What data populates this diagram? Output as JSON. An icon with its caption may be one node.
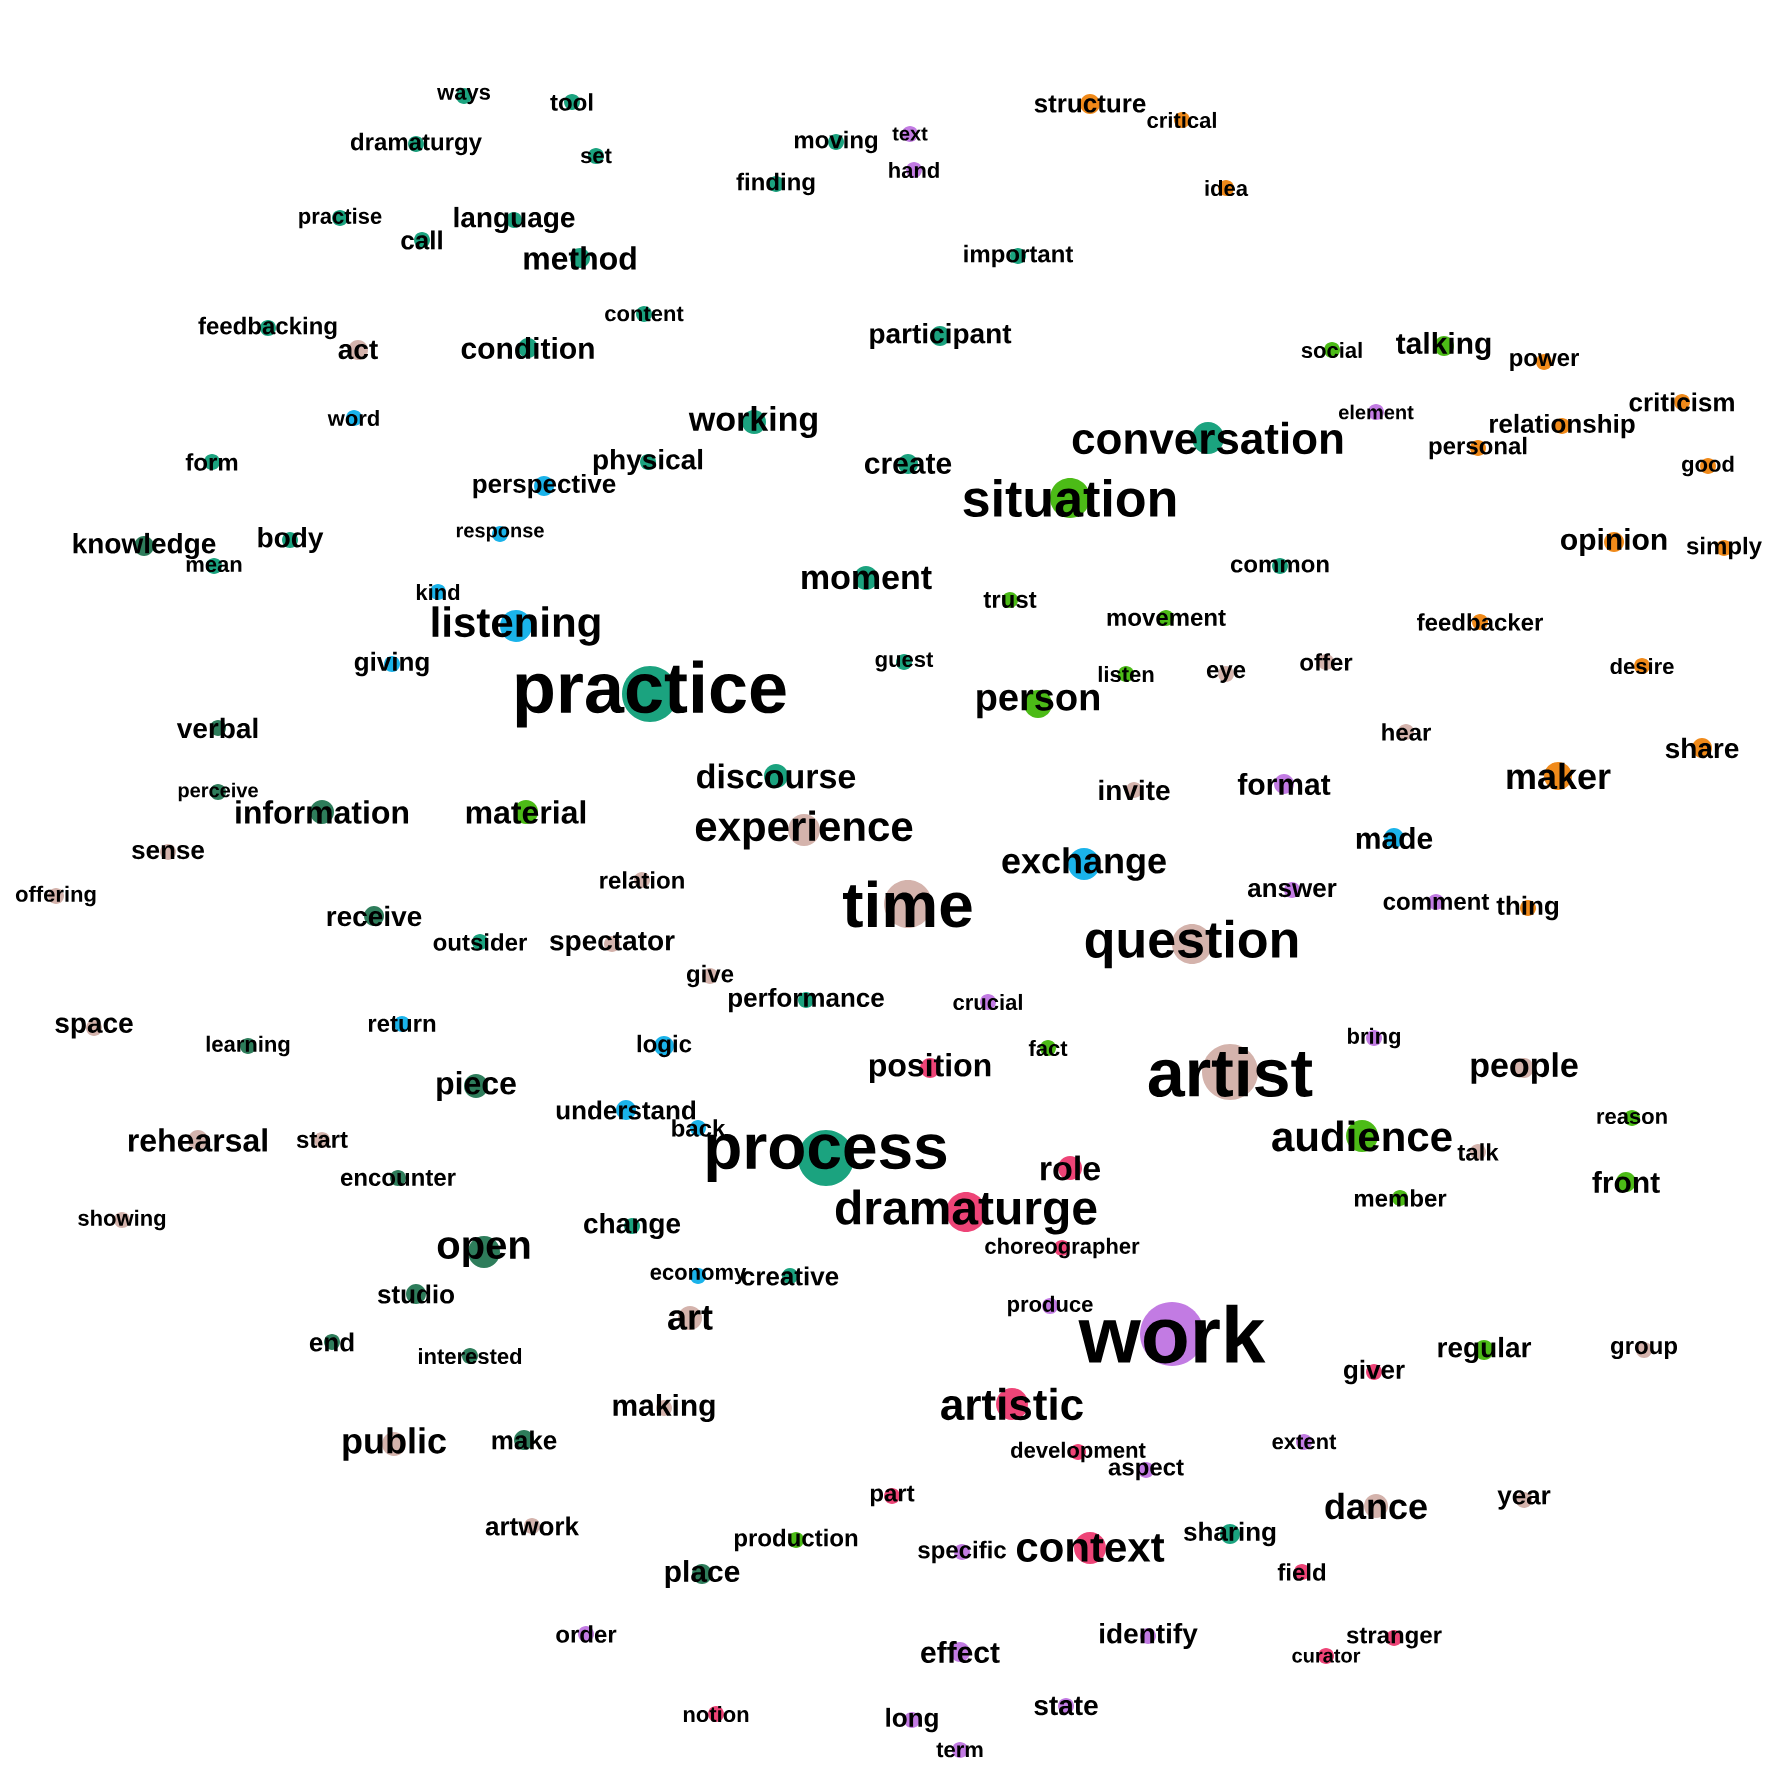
{
  "diagram": {
    "nodes": [
      {
        "text": [
          "ways"
        ]
      },
      {
        "text": [
          "tool"
        ]
      },
      {
        "text": [
          "dramaturgy"
        ]
      },
      {
        "text": [
          "set"
        ]
      },
      {
        "text": [
          "moving"
        ]
      },
      {
        "text": [
          "text"
        ]
      },
      {
        "text": [
          "hand"
        ]
      },
      {
        "text": [
          "finding"
        ]
      },
      {
        "text": [
          "structure"
        ]
      },
      {
        "text": [
          "critical"
        ]
      },
      {
        "text": [
          "idea"
        ]
      },
      {
        "text": [
          "practise"
        ]
      },
      {
        "text": [
          "call"
        ]
      },
      {
        "text": [
          "language"
        ]
      },
      {
        "text": [
          "method"
        ]
      },
      {
        "text": [
          "important"
        ]
      },
      {
        "text": [
          "content"
        ]
      },
      {
        "text": [
          "feedbacking"
        ]
      },
      {
        "text": [
          "act"
        ]
      },
      {
        "text": [
          "condition"
        ]
      },
      {
        "text": [
          "participant"
        ]
      },
      {
        "text": [
          "social"
        ]
      },
      {
        "text": [
          "talking"
        ]
      },
      {
        "text": [
          "power"
        ]
      },
      {
        "text": [
          "criticism"
        ]
      },
      {
        "text": [
          "element"
        ]
      },
      {
        "text": [
          "relationship"
        ]
      },
      {
        "text": [
          "personal"
        ]
      },
      {
        "text": [
          "good"
        ]
      },
      {
        "text": [
          "word"
        ]
      },
      {
        "text": [
          "working"
        ]
      },
      {
        "text": [
          "conversation"
        ]
      },
      {
        "text": [
          "create"
        ]
      },
      {
        "text": [
          "physical"
        ]
      },
      {
        "text": [
          "situation"
        ]
      },
      {
        "text": [
          "perspective"
        ]
      },
      {
        "text": [
          "form"
        ]
      },
      {
        "text": [
          "response"
        ]
      },
      {
        "text": [
          "knowledge"
        ]
      },
      {
        "text": [
          "body"
        ]
      },
      {
        "text": [
          "mean"
        ]
      },
      {
        "text": [
          "opinion"
        ]
      },
      {
        "text": [
          "simply"
        ]
      },
      {
        "text": [
          "moment"
        ]
      },
      {
        "text": [
          "common"
        ]
      },
      {
        "text": [
          "trust"
        ]
      },
      {
        "text": [
          "kind"
        ]
      },
      {
        "text": [
          "listening"
        ]
      },
      {
        "text": [
          "movement"
        ]
      },
      {
        "text": [
          "feedbacker"
        ]
      },
      {
        "text": [
          "desire"
        ]
      },
      {
        "text": [
          "giving"
        ]
      },
      {
        "text": [
          "practice"
        ]
      },
      {
        "text": [
          "guest"
        ]
      },
      {
        "text": [
          "listen"
        ]
      },
      {
        "text": [
          "eye"
        ]
      },
      {
        "text": [
          "offer"
        ]
      },
      {
        "text": [
          "person"
        ]
      },
      {
        "text": [
          "hear"
        ]
      },
      {
        "text": [
          "share"
        ]
      },
      {
        "text": [
          "maker"
        ]
      },
      {
        "text": [
          "verbal"
        ]
      },
      {
        "text": [
          "discourse"
        ]
      },
      {
        "text": [
          "perceive"
        ]
      },
      {
        "text": [
          "invite"
        ]
      },
      {
        "text": [
          "format"
        ]
      },
      {
        "text": [
          "information"
        ]
      },
      {
        "text": [
          "material"
        ]
      },
      {
        "text": [
          "experience"
        ]
      },
      {
        "text": [
          "made"
        ]
      },
      {
        "text": [
          "exchange"
        ]
      },
      {
        "text": [
          "sense"
        ]
      },
      {
        "text": [
          "offering"
        ]
      },
      {
        "text": [
          "relation"
        ]
      },
      {
        "text": [
          "answer"
        ]
      },
      {
        "text": [
          "comment"
        ]
      },
      {
        "text": [
          "thing"
        ]
      },
      {
        "text": [
          "time"
        ]
      },
      {
        "text": [
          "question"
        ]
      },
      {
        "text": [
          "receive"
        ]
      },
      {
        "text": [
          "outsider"
        ]
      },
      {
        "text": [
          "spectator"
        ]
      },
      {
        "text": [
          "give"
        ]
      },
      {
        "text": [
          "performance"
        ]
      },
      {
        "text": [
          "crucial"
        ]
      },
      {
        "text": [
          "space"
        ]
      },
      {
        "text": [
          "learning"
        ]
      },
      {
        "text": [
          "return"
        ]
      },
      {
        "text": [
          "logic"
        ]
      },
      {
        "text": [
          "fact"
        ]
      },
      {
        "text": [
          "position"
        ]
      },
      {
        "text": [
          "bring"
        ]
      },
      {
        "text": [
          "artist"
        ]
      },
      {
        "text": [
          "people"
        ]
      },
      {
        "text": [
          "rehearsal"
        ]
      },
      {
        "text": [
          "start"
        ]
      },
      {
        "text": [
          "piece"
        ]
      },
      {
        "text": [
          "understand"
        ]
      },
      {
        "text": [
          "back"
        ]
      },
      {
        "text": [
          "reason"
        ]
      },
      {
        "text": [
          "process"
        ]
      },
      {
        "text": [
          "audience"
        ]
      },
      {
        "text": [
          "talk"
        ]
      },
      {
        "text": [
          "role"
        ]
      },
      {
        "text": [
          "encounter"
        ]
      },
      {
        "text": [
          "dramaturge"
        ]
      },
      {
        "text": [
          "front"
        ]
      },
      {
        "text": [
          "member"
        ]
      },
      {
        "text": [
          "showing"
        ]
      },
      {
        "text": [
          "change"
        ]
      },
      {
        "text": [
          "choreographer"
        ]
      },
      {
        "text": [
          "open"
        ]
      },
      {
        "text": [
          "economy"
        ]
      },
      {
        "text": [
          "creative"
        ]
      },
      {
        "text": [
          "studio"
        ]
      },
      {
        "text": [
          "art"
        ]
      },
      {
        "text": [
          "produce"
        ]
      },
      {
        "text": [
          "work"
        ]
      },
      {
        "text": [
          "end"
        ]
      },
      {
        "text": [
          "interested"
        ]
      },
      {
        "text": [
          "regular"
        ]
      },
      {
        "text": [
          "group"
        ]
      },
      {
        "text": [
          "giver"
        ]
      },
      {
        "text": [
          "making"
        ]
      },
      {
        "text": [
          "artistic"
        ]
      },
      {
        "text": [
          "public"
        ]
      },
      {
        "text": [
          "make"
        ]
      },
      {
        "text": [
          "development"
        ]
      },
      {
        "text": [
          "aspect"
        ]
      },
      {
        "text": [
          "extent"
        ]
      },
      {
        "text": [
          "dance"
        ]
      },
      {
        "text": [
          "year"
        ]
      },
      {
        "text": [
          "artwork"
        ]
      },
      {
        "text": [
          "part"
        ]
      },
      {
        "text": [
          "production"
        ]
      },
      {
        "text": [
          "sharing"
        ]
      },
      {
        "text": [
          "specific"
        ]
      },
      {
        "text": [
          "context"
        ]
      },
      {
        "text": [
          "place"
        ]
      },
      {
        "text": [
          "field"
        ]
      },
      {
        "text": [
          "order"
        ]
      },
      {
        "text": [
          "effect"
        ]
      },
      {
        "text": [
          "identify"
        ]
      },
      {
        "text": [
          "stranger"
        ]
      },
      {
        "text": [
          "curator"
        ]
      },
      {
        "text": [
          "state"
        ]
      },
      {
        "text": [
          "notion"
        ]
      },
      {
        "text": [
          "long"
        ]
      },
      {
        "text": [
          "term"
        ]
      }
    ]
  }
}
